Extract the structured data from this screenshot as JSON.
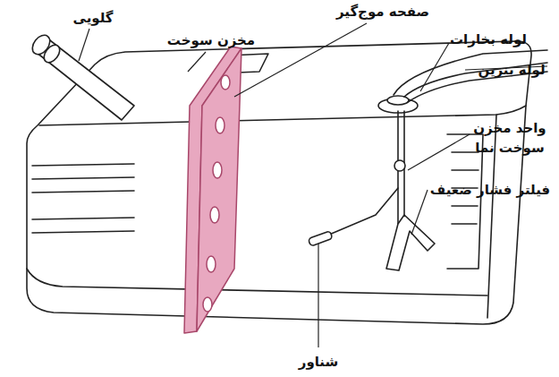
{
  "diagram": {
    "labels": [
      "گلویی",
      "مخزن سوخت",
      "صفحه موج‌گیر",
      "لوله بخارات",
      "لوله بنزین",
      "واحد مخزن سوخت نما",
      "فیلتر فشار ضعیف",
      "شناور"
    ]
  }
}
